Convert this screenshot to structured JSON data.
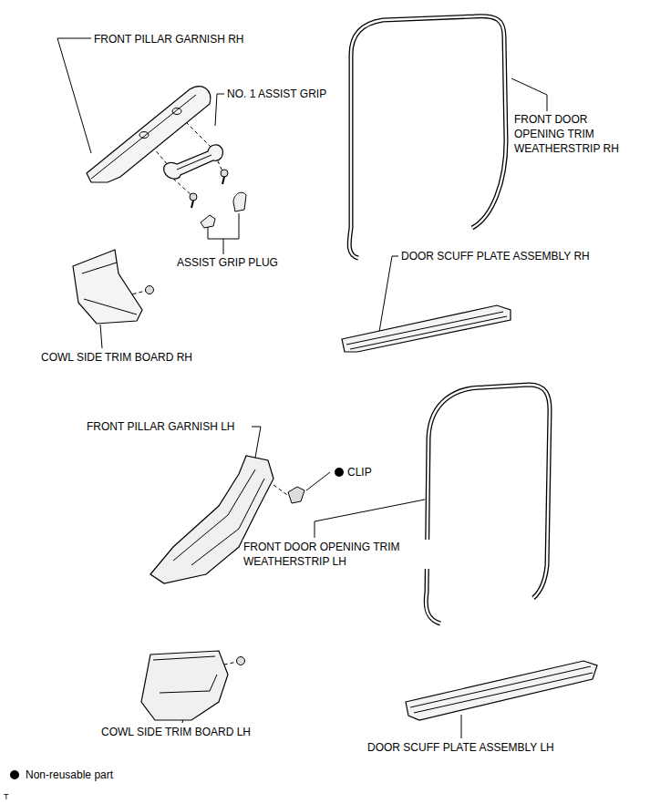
{
  "diagram": {
    "labels": [
      "FRONT PILLAR GARNISH RH",
      "NO. 1 ASSIST GRIP",
      "ASSIST GRIP PLUG",
      "COWL SIDE TRIM BOARD RH",
      "FRONT DOOR OPENING TRIM WEATHERSTRIP RH",
      "DOOR SCUFF PLATE ASSEMBLY RH",
      "FRONT PILLAR GARNISH LH",
      "CLIP",
      "FRONT DOOR OPENING TRIM WEATHERSTRIP LH",
      "COWL SIDE TRIM BOARD LH",
      "DOOR SCUFF PLATE ASSEMBLY LH",
      "T"
    ],
    "legend": [
      {
        "text": "Non-reusable part"
      }
    ]
  }
}
